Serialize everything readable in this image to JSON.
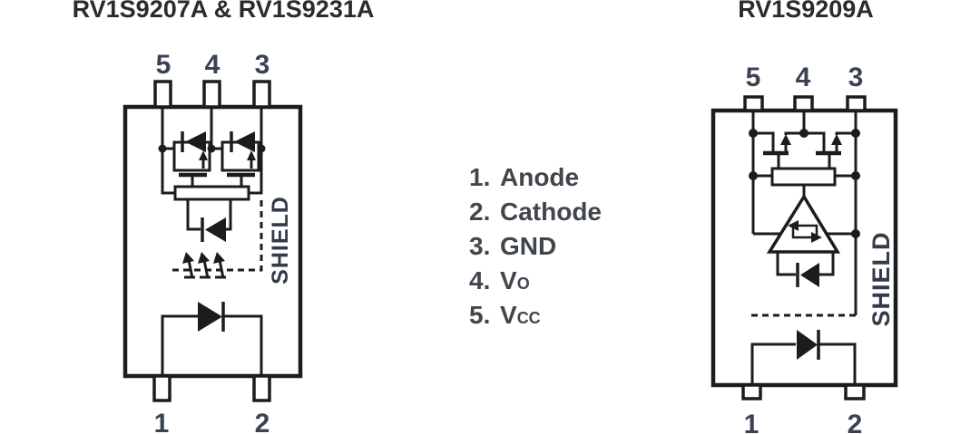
{
  "left_diagram": {
    "title": "RV1S9207A & RV1S9231A",
    "top_pins": [
      "5",
      "4",
      "3"
    ],
    "bottom_pins": [
      "1",
      "2"
    ],
    "shield_label": "SHIELD"
  },
  "right_diagram": {
    "title": "RV1S9209A",
    "top_pins": [
      "5",
      "4",
      "3"
    ],
    "bottom_pins": [
      "1",
      "2"
    ],
    "shield_label": "SHIELD"
  },
  "legend": {
    "items": [
      {
        "num": "1.",
        "base": "Anode",
        "sub": ""
      },
      {
        "num": "2.",
        "base": "Cathode",
        "sub": ""
      },
      {
        "num": "3.",
        "base": "GND",
        "sub": ""
      },
      {
        "num": "4.",
        "base": "V",
        "sub": "O"
      },
      {
        "num": "5.",
        "base": "V",
        "sub": "CC"
      }
    ]
  },
  "colors": {
    "background": "#ffffff",
    "line": "#1c1c1c",
    "pin_number": "#3a4354",
    "shield": "#333b4a",
    "title": "#2b2b2b",
    "legend": "#41454c"
  }
}
